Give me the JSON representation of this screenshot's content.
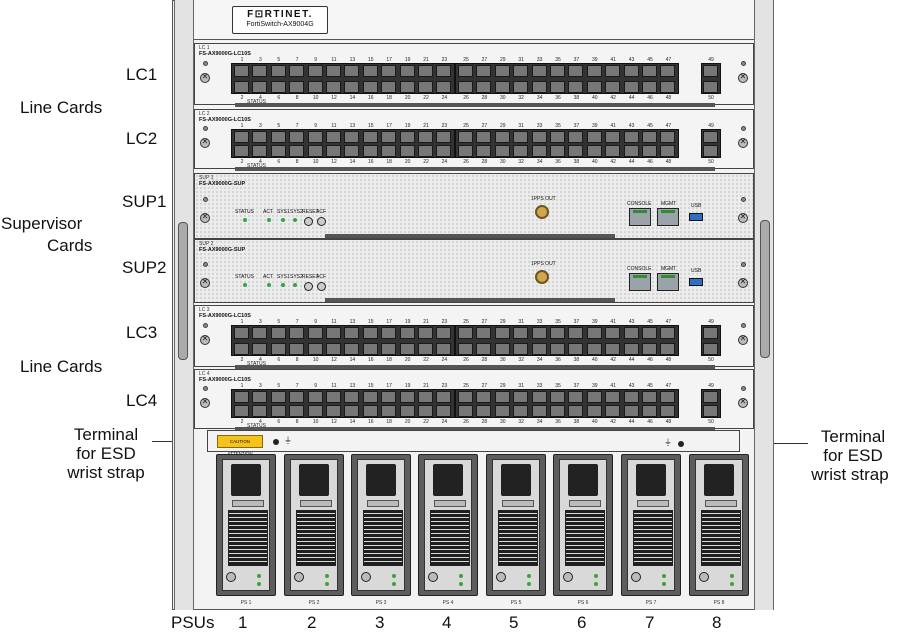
{
  "chassis": {
    "brand": "F⊡RTINET.",
    "model": "FortiSwitch-AX9004G"
  },
  "labels": {
    "lc1": "LC1",
    "line_cards_top": "Line Cards",
    "lc2": "LC2",
    "sup1": "SUP1",
    "supervisor_cards_1": "Supervisor",
    "supervisor_cards_2": "Cards",
    "sup2": "SUP2",
    "lc3": "LC3",
    "line_cards_bottom": "Line Cards",
    "lc4": "LC4",
    "esd_left_1": "Terminal",
    "esd_left_2": "for ESD",
    "esd_left_3": "wrist strap",
    "esd_right_1": "Terminal",
    "esd_right_2": "for ESD",
    "esd_right_3": "wrist strap",
    "psus": "PSUs"
  },
  "line_cards": [
    {
      "slot": "LC 1",
      "model": "FS-AX9000G-LC10S"
    },
    {
      "slot": "LC 2",
      "model": "FS-AX9000G-LC10S"
    },
    {
      "slot": "LC 3",
      "model": "FS-AX9000G-LC10S"
    },
    {
      "slot": "LC 4",
      "model": "FS-AX9000G-LC10S"
    }
  ],
  "line_card_ports": {
    "top_left": [
      "1",
      "3",
      "5",
      "7",
      "9",
      "11",
      "13",
      "15",
      "17",
      "19",
      "21",
      "23"
    ],
    "bottom_left": [
      "2",
      "4",
      "6",
      "8",
      "10",
      "12",
      "14",
      "16",
      "18",
      "20",
      "22",
      "24"
    ],
    "top_right": [
      "25",
      "27",
      "29",
      "31",
      "33",
      "35",
      "37",
      "39",
      "41",
      "43",
      "45",
      "47"
    ],
    "bottom_right": [
      "26",
      "28",
      "30",
      "32",
      "34",
      "36",
      "38",
      "40",
      "42",
      "44",
      "46",
      "48"
    ],
    "uplink_top": "49",
    "uplink_bottom": "50",
    "status": "STATUS"
  },
  "supervisors": [
    {
      "slot": "SUP 1",
      "model": "FS-AX9000G-SUP"
    },
    {
      "slot": "SUP 2",
      "model": "FS-AX9000G-SUP"
    }
  ],
  "sup_labels": {
    "status": "STATUS",
    "act": "ACT",
    "sys1": "SYS1",
    "sys2": "SYS2",
    "reset": "RESET",
    "acf": "ACF",
    "pps": "1PPS OUT",
    "console": "CONSOLE",
    "mgmt": "MGMT",
    "usb": "USB"
  },
  "esd": {
    "caution": "CAUTION ATTENTION"
  },
  "psus": {
    "tags": [
      "PS 1",
      "PS 2",
      "PS 3",
      "PS 4",
      "PS 5",
      "PS 6",
      "PS 7",
      "PS 8"
    ],
    "numbers": [
      "1",
      "2",
      "3",
      "4",
      "5",
      "6",
      "7",
      "8"
    ]
  }
}
